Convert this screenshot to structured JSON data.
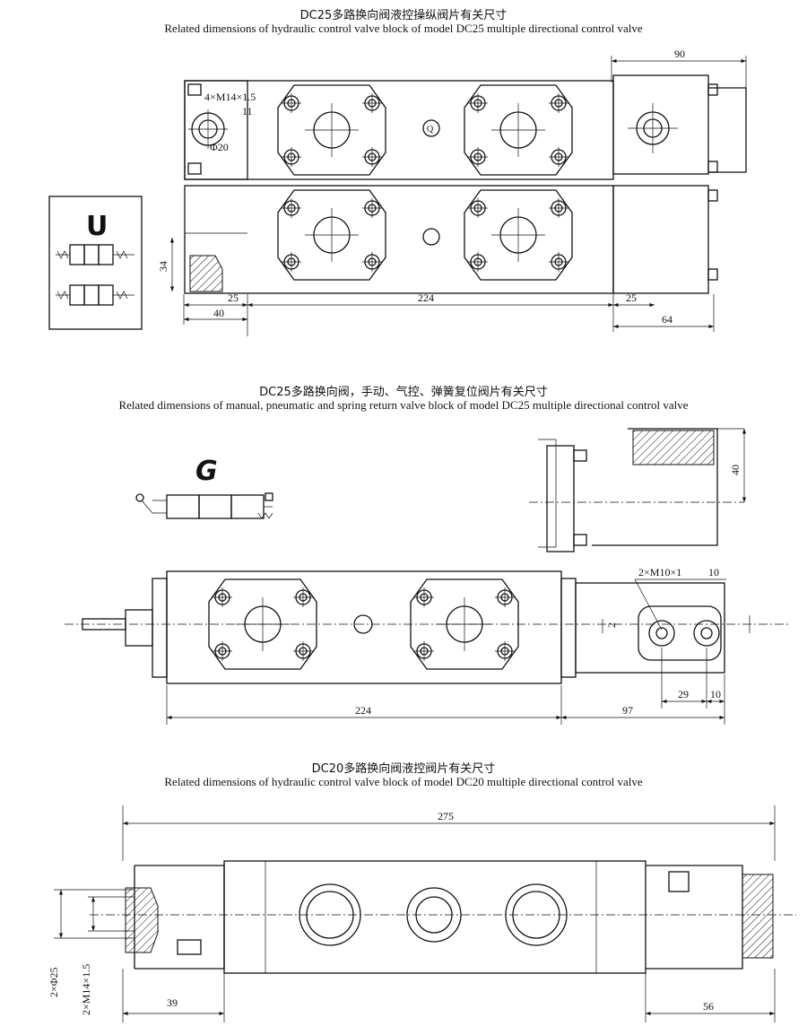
{
  "sections": [
    {
      "title_cn": "DC25多路换向阀液控操纵阀片有关尺寸",
      "title_en": "Related dimensions of hydraulic control valve block of model DC25 multiple directional control valve",
      "symbol_letter": "U",
      "port_label": "Q",
      "thread_note": "4×M14×1.5",
      "depth_note": "11",
      "diameter_note": "Φ20",
      "dims": {
        "d90": "90",
        "d34": "34",
        "d25a": "25",
        "d224": "224",
        "d25b": "25",
        "d40": "40",
        "d64": "64"
      }
    },
    {
      "title_cn": "DC25多路换向阀，手动、气控、弹簧复位阀片有关尺寸",
      "title_en": "Related dimensions of manual, pneumatic and spring return valve block of model DC25 multiple directional control valve",
      "symbol_letter": "G",
      "thread_note": "2×M10×1",
      "depth_note": "10",
      "dims": {
        "d40": "40",
        "d2": "2",
        "d224": "224",
        "d97": "97",
        "d29": "29",
        "d10": "10"
      }
    },
    {
      "title_cn": "DC20多路换向阀液控阀片有关尺寸",
      "title_en": "Related dimensions of hydraulic control valve block of model DC20 multiple directional control valve",
      "dims": {
        "d275": "275",
        "d39": "39",
        "d56": "56",
        "dphi": "2×Φ25",
        "dthread": "2×M14×1.5"
      }
    }
  ]
}
